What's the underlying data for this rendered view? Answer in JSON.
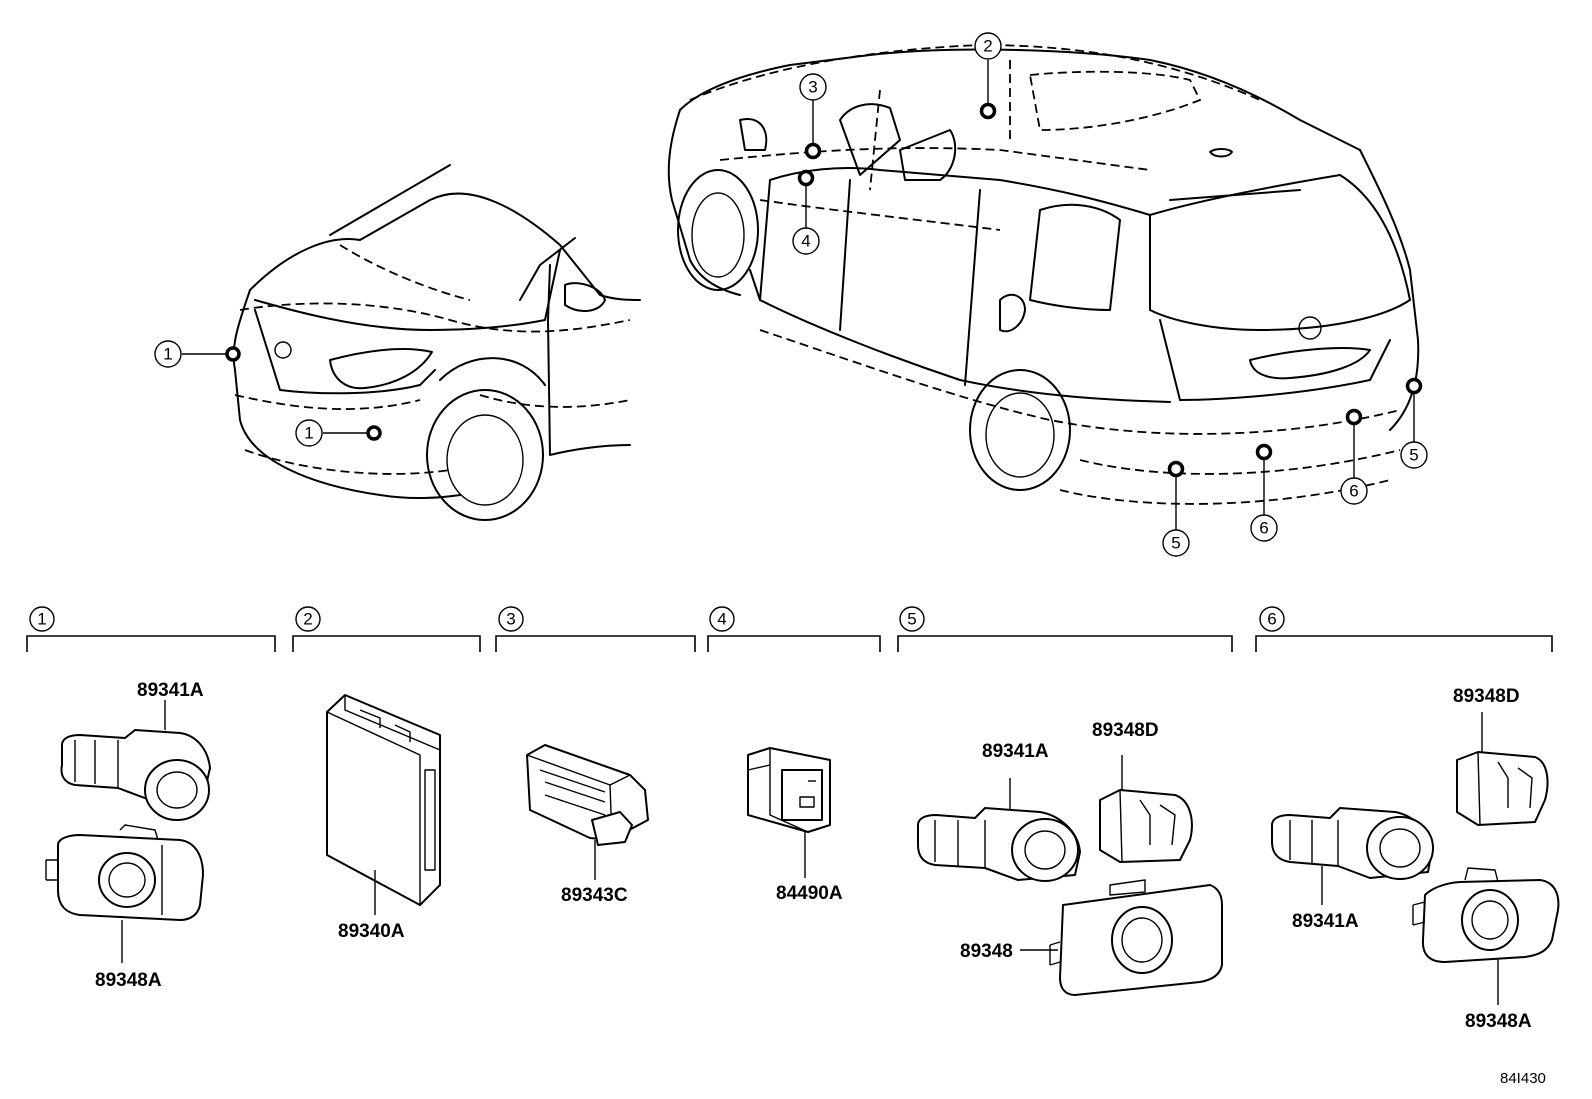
{
  "callouts": [
    "1",
    "2",
    "3",
    "4",
    "5",
    "6"
  ],
  "groups": [
    {
      "number": "1",
      "parts": [
        "89341A",
        "89348A"
      ]
    },
    {
      "number": "2",
      "parts": [
        "89340A"
      ]
    },
    {
      "number": "3",
      "parts": [
        "89343C"
      ]
    },
    {
      "number": "4",
      "parts": [
        "84490A"
      ]
    },
    {
      "number": "5",
      "parts": [
        "89341A",
        "89348D",
        "89348"
      ]
    },
    {
      "number": "6",
      "parts": [
        "89348D",
        "89341A",
        "89348A"
      ]
    }
  ],
  "drawing_code": "84I430"
}
